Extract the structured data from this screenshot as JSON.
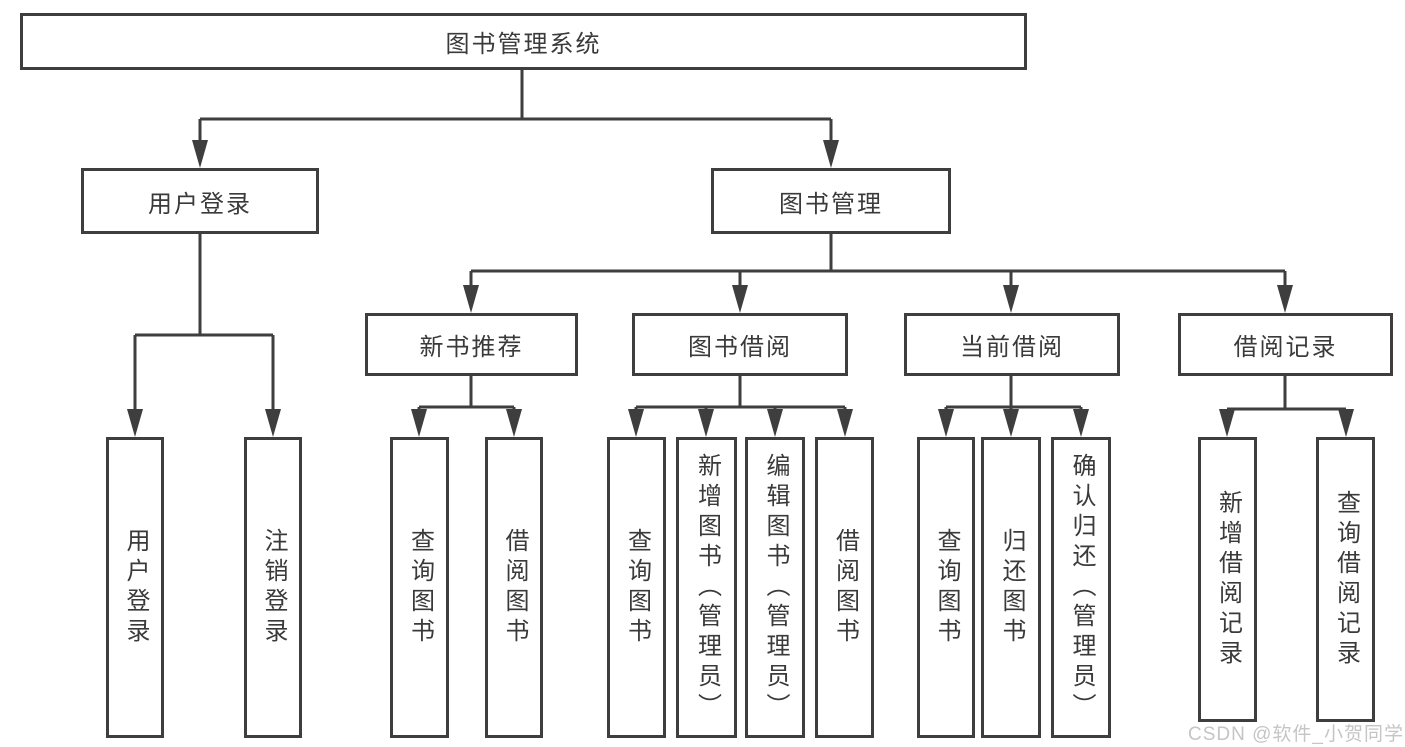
{
  "diagram": {
    "title": "图书管理系统",
    "root": {
      "label": "图书管理系统",
      "children": [
        {
          "label": "用户登录",
          "children": [
            {
              "label": "用户登录"
            },
            {
              "label": "注销登录"
            }
          ]
        },
        {
          "label": "图书管理",
          "children": [
            {
              "label": "新书推荐",
              "children": [
                {
                  "label": "查询图书"
                },
                {
                  "label": "借阅图书"
                }
              ]
            },
            {
              "label": "图书借阅",
              "children": [
                {
                  "label": "查询图书"
                },
                {
                  "label": "新增图书（管理员）"
                },
                {
                  "label": "编辑图书（管理员）"
                },
                {
                  "label": "借阅图书"
                }
              ]
            },
            {
              "label": "当前借阅",
              "children": [
                {
                  "label": "查询图书"
                },
                {
                  "label": "归还图书"
                },
                {
                  "label": "确认归还（管理员）"
                }
              ]
            },
            {
              "label": "借阅记录",
              "children": [
                {
                  "label": "新增借阅记录"
                },
                {
                  "label": "查询借阅记录"
                }
              ]
            }
          ]
        }
      ]
    }
  },
  "watermark": {
    "text": "CSDN @软件_小贺同学"
  },
  "colors": {
    "line": "#3e3e3e",
    "box_border": "#3e3e3e",
    "text": "#3a3a3a",
    "watermark": "#c5c5c5",
    "background": "#ffffff"
  }
}
